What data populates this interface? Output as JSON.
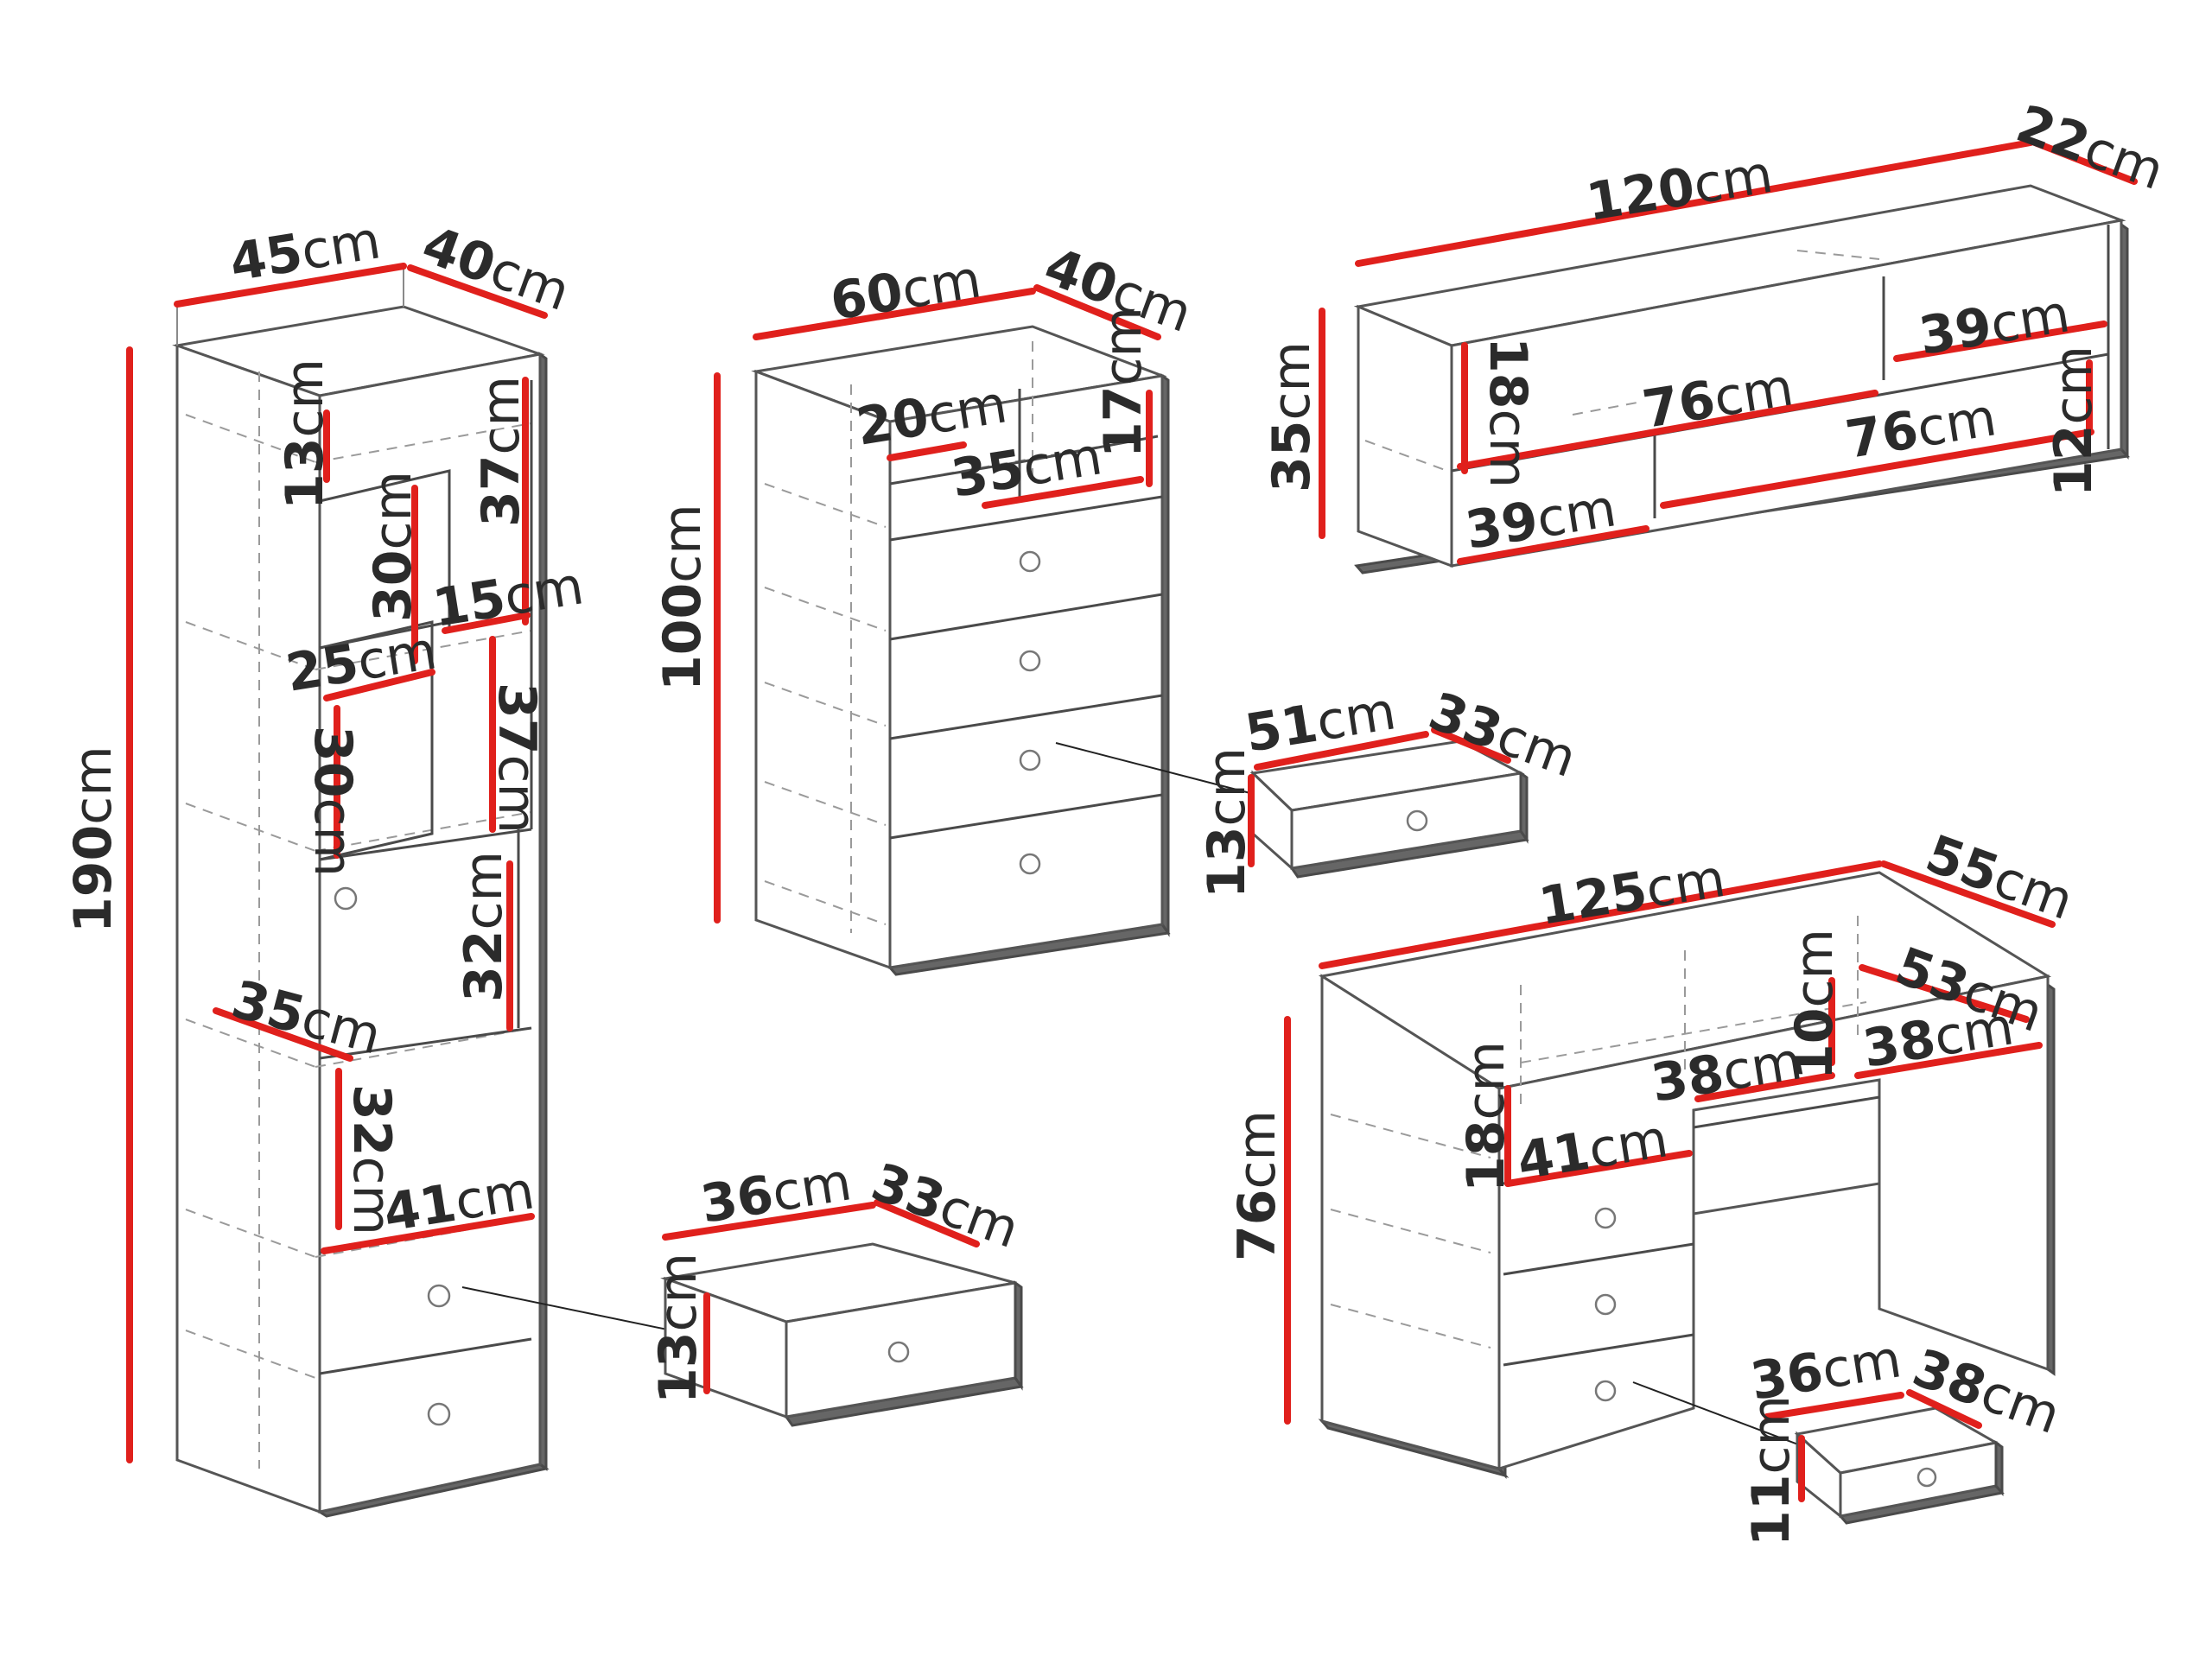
{
  "unit": "cm",
  "colors": {
    "dimension_line": "#e0201c",
    "outline": "#4a4a4a",
    "shadow": "#666666",
    "text": "#2b2b2b"
  },
  "bookcase": {
    "width": "45",
    "depth": "40",
    "height": "190",
    "inner": [
      "13",
      "37",
      "30",
      "15",
      "25",
      "30",
      "37",
      "32",
      "35",
      "32",
      "41"
    ],
    "drawer": {
      "width": "36",
      "depth": "33",
      "height": "13"
    }
  },
  "chest": {
    "width": "60",
    "depth": "40",
    "height": "100",
    "inner": [
      "17",
      "20",
      "35"
    ],
    "drawer": {
      "width": "51",
      "depth": "33",
      "height": "13"
    }
  },
  "wall_shelf": {
    "width": "120",
    "depth": "22",
    "height": "35",
    "inner": [
      "39",
      "18",
      "76",
      "76",
      "12",
      "39"
    ]
  },
  "desk": {
    "width": "125",
    "depth": "55",
    "height": "76",
    "inner": [
      "53",
      "10",
      "38",
      "38",
      "18",
      "41"
    ],
    "drawer": {
      "width": "36",
      "depth": "38",
      "height": "11"
    }
  }
}
